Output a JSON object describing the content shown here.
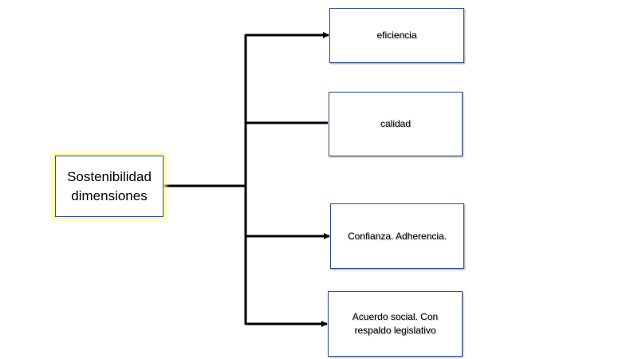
{
  "root": {
    "label_line1": "Sostenibilidad",
    "label_line2": "dimensiones"
  },
  "branches": [
    {
      "label": "eficiencia",
      "arrow": true
    },
    {
      "label": "calidad",
      "arrow": false
    },
    {
      "label": "Confianza. Adherencia.",
      "arrow": true
    },
    {
      "label_line1": "Acuerdo social. Con",
      "label_line2": "respaldo legislativo",
      "arrow": true
    }
  ],
  "colors": {
    "border": "#2f4f8f",
    "glow": "#fff68a",
    "connector": "#000000"
  }
}
